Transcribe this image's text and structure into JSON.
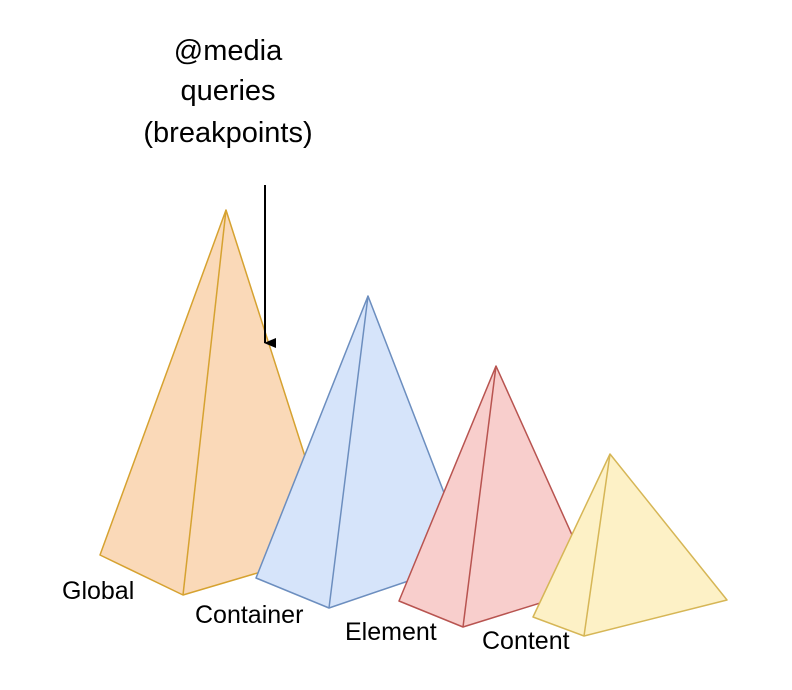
{
  "annotation": {
    "lines": [
      "@media",
      "queries",
      "(breakpoints)"
    ]
  },
  "pyramids": [
    {
      "label": "Global",
      "fill": "#fad9b8",
      "stroke": "#d6a230"
    },
    {
      "label": "Container",
      "fill": "#d6e4fa",
      "stroke": "#6c8ebf"
    },
    {
      "label": "Element",
      "fill": "#f8cecc",
      "stroke": "#b85450"
    },
    {
      "label": "Content",
      "fill": "#fdf1c6",
      "stroke": "#d6b656"
    }
  ],
  "arrow_color": "#000000"
}
